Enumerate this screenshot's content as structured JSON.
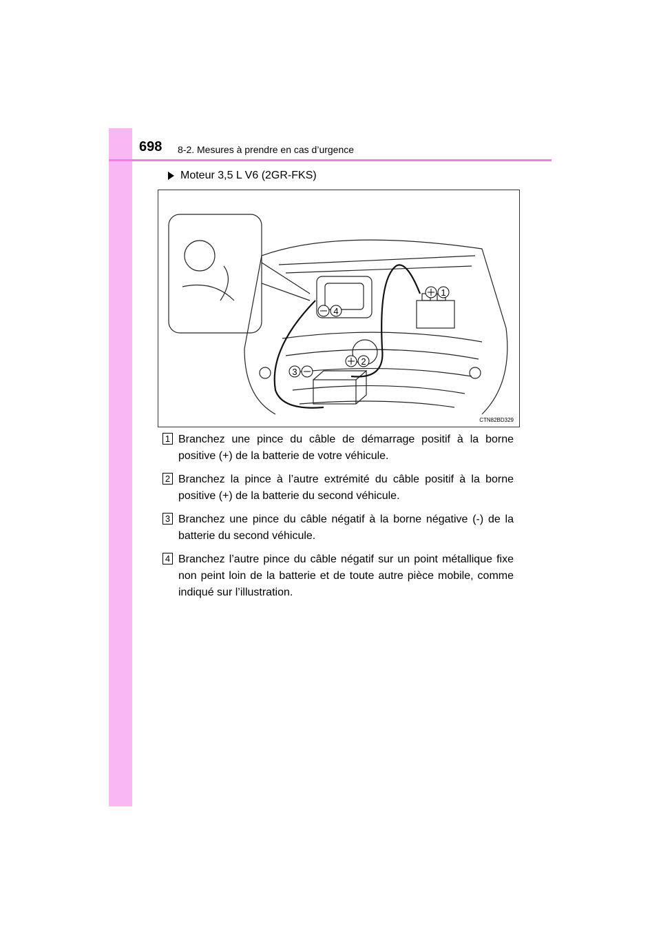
{
  "header": {
    "page_number": "698",
    "section": "8-2. Mesures à prendre en cas d’urgence",
    "accent_color": "#f9b7f3",
    "rule_color": "#f27ee4"
  },
  "subhead": {
    "icon": "triangle-arrow-icon",
    "text": "Moteur 3,5 L V6 (2GR-FKS)"
  },
  "figure": {
    "code": "CTN82BD329",
    "callouts": {
      "c1": "1",
      "c2": "2",
      "c3": "3",
      "c4": "4"
    }
  },
  "steps": [
    {
      "num": "1",
      "text": "Branchez une pince du câble de démarrage positif à la borne positive (+) de la batterie de votre véhicule."
    },
    {
      "num": "2",
      "text": "Branchez la pince à l’autre extrémité du câble positif à la borne positive (+) de la batterie du second véhicule."
    },
    {
      "num": "3",
      "text": "Branchez une pince du câble négatif à la borne négative (-) de la batterie du second véhicule."
    },
    {
      "num": "4",
      "text": "Branchez l’autre pince du câble négatif sur un point métallique fixe non peint loin de la batterie et de toute autre pièce mobile, comme indiqué sur l’illustration."
    }
  ]
}
